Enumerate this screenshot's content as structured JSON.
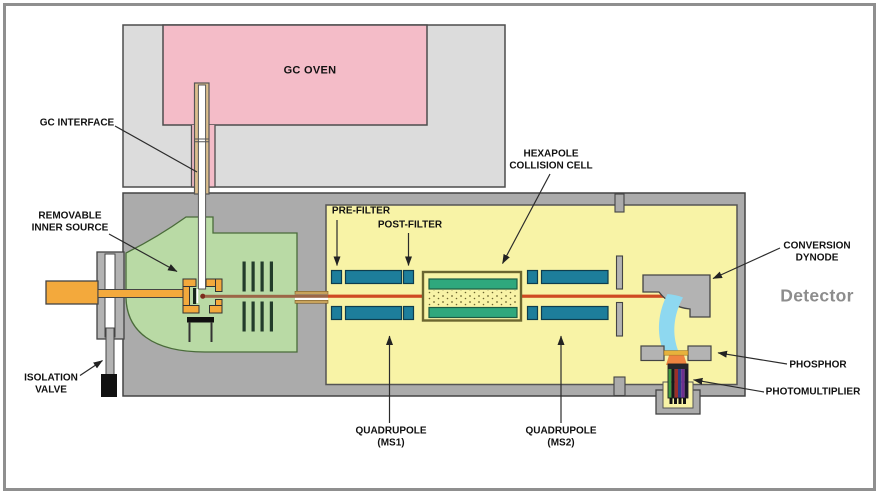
{
  "labels": {
    "gc_oven": "GC OVEN",
    "gc_interface": "GC INTERFACE",
    "removable_inner_source": [
      "REMOVABLE",
      "INNER SOURCE"
    ],
    "isolation_valve": [
      "ISOLATION",
      "VALVE"
    ],
    "pre_filter": "PRE-FILTER",
    "post_filter": "POST-FILTER",
    "hexapole_collision_cell": [
      "HEXAPOLE",
      "COLLISION CELL"
    ],
    "quadrupole_ms1": [
      "QUADRUPOLE",
      "(MS1)"
    ],
    "quadrupole_ms2": [
      "QUADRUPOLE",
      "(MS2)"
    ],
    "conversion_dynode": [
      "CONVERSION",
      "DYNODE"
    ],
    "detector": "Detector",
    "phosphor": "PHOSPHOR",
    "photomultiplier": "PHOTOMULTIPLIER"
  },
  "colors": {
    "oven_pink": "#f4bcc8",
    "panel_gray": "#dcdcdc",
    "housing_gray": "#ababab",
    "chamber_yellow": "#f8f3a6",
    "source_green": "#b9daa5",
    "probe_orange": "#f3a93c",
    "quad_teal": "#1d7e9b",
    "collision_rod_green": "#2fa87d",
    "ion_beam_red": "#cf4a22",
    "ion_beam_brown": "#9c6647",
    "electron_beam_blue": "#8ed8f0",
    "phosphor_gold": "#e7b23c",
    "flare_orange": "#ef8440",
    "detector_text_gray": "#8d8d8d",
    "pmt_stripes": [
      "#3f9c42",
      "#17191c",
      "#9c2f2a",
      "#2c3a88",
      "#6d2f91",
      "#1a1530"
    ]
  }
}
